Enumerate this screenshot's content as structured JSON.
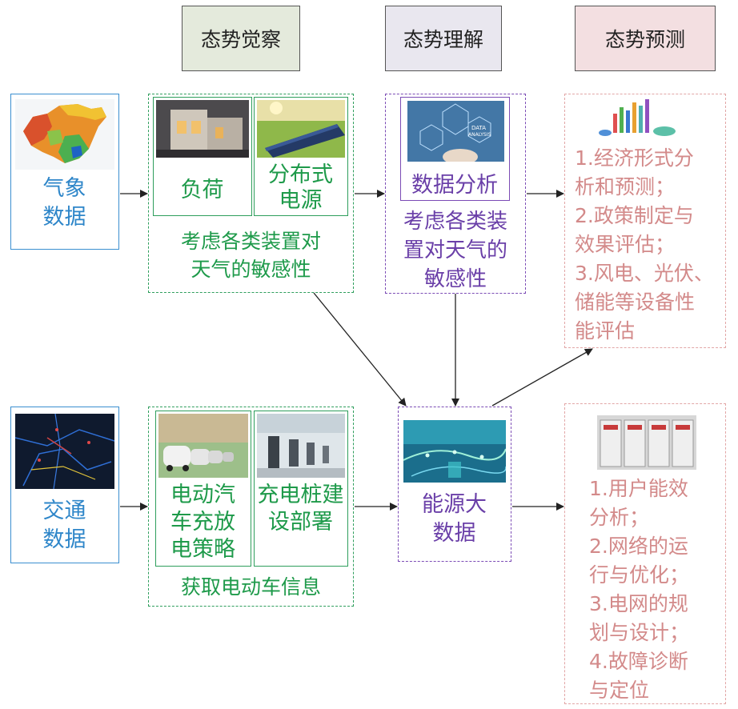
{
  "headers": {
    "awareness": "态势觉察",
    "understanding": "态势理解",
    "prediction": "态势预测"
  },
  "sources": {
    "weather": [
      "气象",
      "数据"
    ],
    "traffic": [
      "交通",
      "数据"
    ]
  },
  "awareness_top": {
    "load": "负荷",
    "distributed": [
      "分布式",
      "电源"
    ],
    "caption": [
      "考虑各类装置对",
      "天气的敏感性"
    ]
  },
  "awareness_bottom": {
    "ev": [
      "电动汽",
      "车充放",
      "电策略"
    ],
    "charger": [
      "充电桩建",
      "设部署"
    ],
    "caption": "获取电动车信息"
  },
  "understanding_top": {
    "analysis": "数据分析",
    "caption": [
      "考虑各类装",
      "置对天气的",
      "敏感性"
    ]
  },
  "big_data": [
    "能源大",
    "数据"
  ],
  "prediction_top": [
    "1.经济形式分",
    "析和预测；",
    "2.政策制定与",
    "效果评估；",
    "3.风电、光伏、",
    "储能等设备性",
    "能评估"
  ],
  "prediction_bottom": [
    "1.用户能效",
    "分析；",
    "2.网络的运",
    "行与优化；",
    "3.电网的规",
    "划与设计；",
    "4.故障诊断",
    "与定位"
  ],
  "colors": {
    "header_green": "#e4eadc",
    "header_gray": "#e9e7ef",
    "header_pink": "#f3dfe1",
    "blue": "#3b8fd0",
    "green": "#2e9e5c",
    "purple": "#7b4bb5",
    "pink": "#e2a6a6"
  }
}
